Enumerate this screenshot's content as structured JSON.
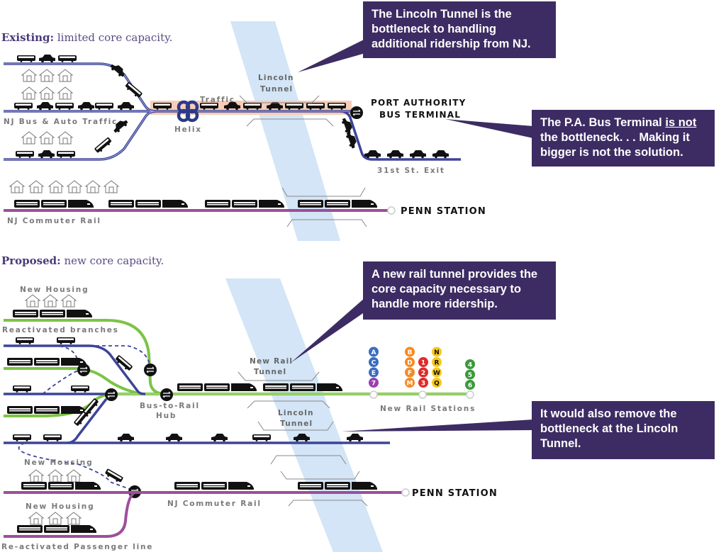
{
  "existing": {
    "heading_bold": "Existing:",
    "heading_rest": " limited core capacity.",
    "labels": {
      "nj_bus_auto": "NJ Bus & Auto Traffic",
      "traffic": "Traffic",
      "helix": "Helix",
      "lincoln_tunnel_1": "Lincoln",
      "lincoln_tunnel_2": "Tunnel",
      "port_authority_1": "PORT AUTHORITY",
      "port_authority_2": "BUS TERMINAL",
      "exit_31st": "31st St. Exit",
      "nj_commuter_rail": "NJ Commuter Rail",
      "penn_station": "PENN STATION"
    },
    "callouts": [
      {
        "text": "The Lincoln Tunnel is the bottleneck to handling additional ridership from NJ."
      },
      {
        "pre": "The P.A. Bus Terminal ",
        "underlined": "is not ",
        "post": "the bottleneck. . . Making it bigger is not the solution."
      }
    ]
  },
  "proposed": {
    "heading_bold": "Proposed:",
    "heading_rest": " new core capacity.",
    "labels": {
      "new_housing_1": "New Housing",
      "reactivated_branches": "Reactivated branches",
      "bus_to_rail_1": "Bus-to-Rail",
      "bus_to_rail_2": "Hub",
      "new_rail_tunnel_1": "New Rail",
      "new_rail_tunnel_2": "Tunnel",
      "lincoln_tunnel_1": "Lincoln",
      "lincoln_tunnel_2": "Tunnel",
      "new_rail_stations": "New Rail Stations",
      "new_housing_2": "New Housing",
      "new_housing_3": "New Housing",
      "nj_commuter_rail": "NJ Commuter Rail",
      "reactivated_passenger": "Re-activated Passenger line",
      "penn_station": "PENN STATION"
    },
    "callouts": [
      {
        "text": "A new rail tunnel provides the core capacity necessary to handle more ridership."
      },
      {
        "text": "It would also remove the bottleneck at the Lincoln Tunnel."
      }
    ],
    "subway_groups": [
      {
        "lines": [
          {
            "l": "A",
            "c": "#3a6cc0"
          },
          {
            "l": "C",
            "c": "#3a6cc0"
          },
          {
            "l": "E",
            "c": "#3a6cc0"
          },
          {
            "l": "7",
            "c": "#9a3fae"
          }
        ]
      },
      {
        "lines": [
          {
            "l": "B",
            "c": "#f58a22"
          },
          {
            "l": "D",
            "c": "#f58a22"
          },
          {
            "l": "F",
            "c": "#f58a22"
          },
          {
            "l": "M",
            "c": "#f58a22"
          }
        ]
      },
      {
        "lines": [
          {
            "l": "1",
            "c": "#e02a2a"
          },
          {
            "l": "2",
            "c": "#e02a2a"
          },
          {
            "l": "3",
            "c": "#e02a2a"
          }
        ]
      },
      {
        "lines": [
          {
            "l": "N",
            "c": "#f8c81c"
          },
          {
            "l": "R",
            "c": "#f8c81c"
          },
          {
            "l": "W",
            "c": "#f8c81c"
          },
          {
            "l": "Q",
            "c": "#f8c81c"
          }
        ]
      },
      {
        "lines": [
          {
            "l": "4",
            "c": "#3a9a3a"
          },
          {
            "l": "5",
            "c": "#3a9a3a"
          },
          {
            "l": "6",
            "c": "#3a9a3a"
          }
        ]
      }
    ]
  },
  "colors": {
    "bus_road": "#3d4499",
    "rail_green": "#7cc346",
    "commuter_purple": "#9c4f9a",
    "river": "#d3e5f6",
    "traffic_highlight": "#f8cdb8",
    "callout_bg": "#3d2c63",
    "helix": "#2a3a88"
  }
}
